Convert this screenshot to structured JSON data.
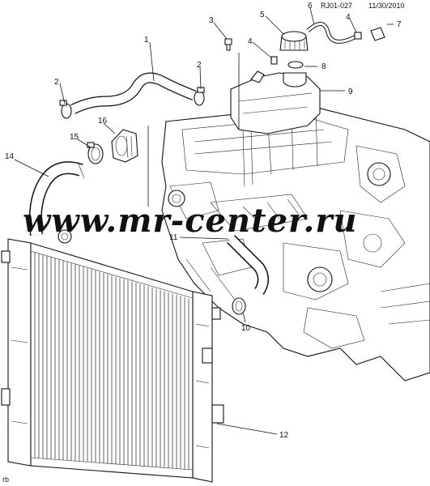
{
  "header": {
    "ref_code": "RJ01-027",
    "date": "11/30/2010"
  },
  "watermark": "www.mr-center.ru",
  "corner_label": "rb",
  "callouts": [
    "1",
    "2",
    "2",
    "3",
    "4",
    "4",
    "5",
    "6",
    "7",
    "8",
    "9",
    "10",
    "11",
    "12",
    "14",
    "15",
    "16"
  ],
  "colors": {
    "ink": "#111111",
    "background": "#ffffff"
  }
}
